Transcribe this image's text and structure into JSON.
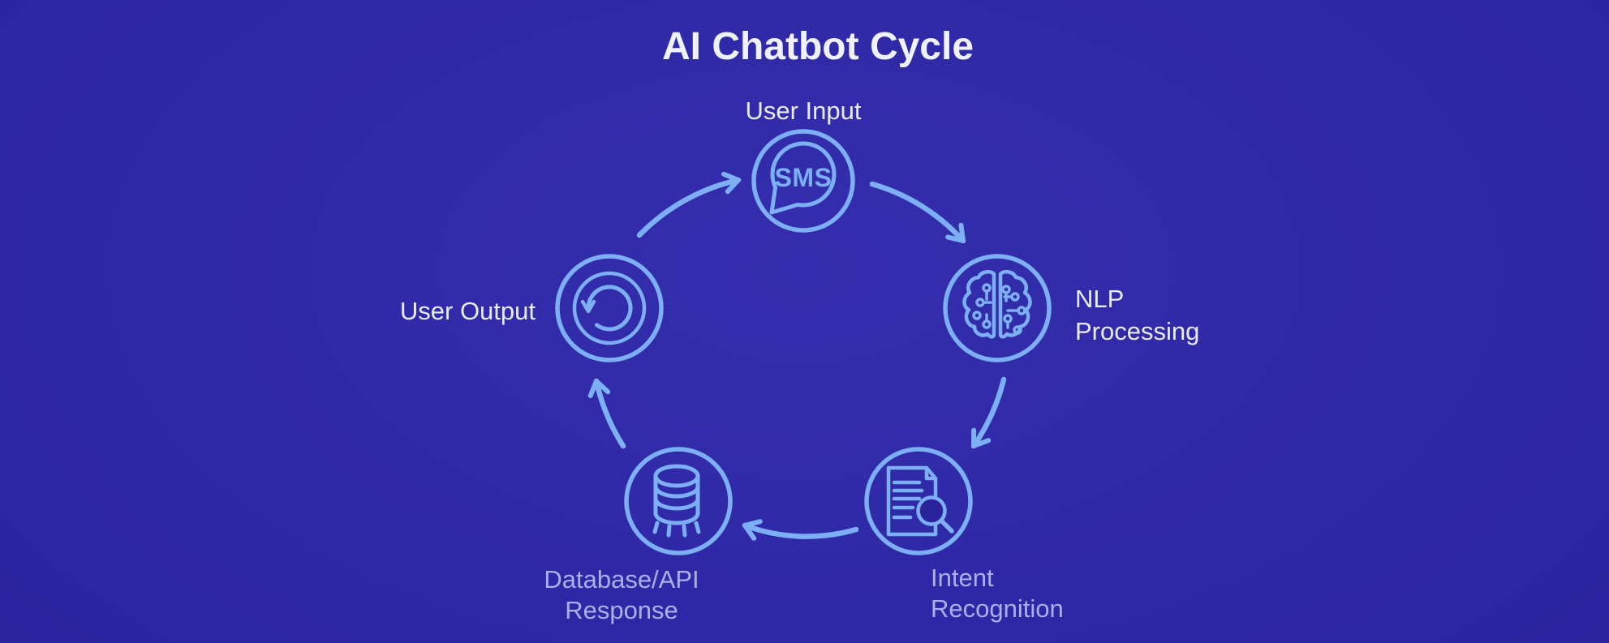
{
  "title": "AI Chatbot Cycle",
  "diagram_type": "cycle",
  "nodes": [
    {
      "id": "user-input",
      "label": "User Input",
      "icon": "sms-chat-bubble-icon",
      "icon_text": "SMS",
      "position": "top"
    },
    {
      "id": "nlp-processing",
      "label": "NLP\nProcessing",
      "icon": "brain-circuit-icon",
      "position": "right"
    },
    {
      "id": "intent-recognition",
      "label": "Intent\nRecognition",
      "icon": "document-search-icon",
      "position": "bottom-right"
    },
    {
      "id": "database-api-response",
      "label": "Database/API\nResponse",
      "icon": "database-icon",
      "position": "bottom-left"
    },
    {
      "id": "user-output",
      "label": "User Output",
      "icon": "refresh-cycle-icon",
      "position": "left"
    }
  ],
  "flow_order": [
    "user-input",
    "nlp-processing",
    "intent-recognition",
    "database-api-response",
    "user-output"
  ],
  "colors": {
    "background": "#2B24A0",
    "accent": "#7DAFF5",
    "title_text": "#EFF1FD",
    "label_bright": "#E9EBF9",
    "label_dim": "#A9B0EA"
  }
}
